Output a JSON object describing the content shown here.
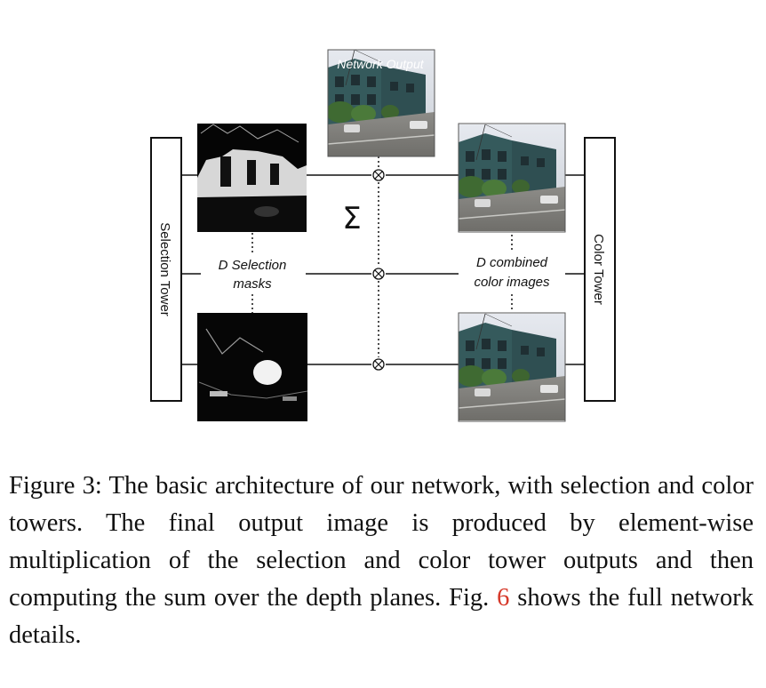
{
  "figure": {
    "network_output_label": "Network Output",
    "selection_tower_label": "Selection Tower",
    "color_tower_label": "Color Tower",
    "selection_masks_label_1": "D Selection",
    "selection_masks_label_2": "masks",
    "combined_images_label_1": "D combined",
    "combined_images_label_2": "color images",
    "sum_symbol": "Σ",
    "multiply_symbol": "⊗"
  },
  "caption": {
    "text_before_ref": "Figure 3: The basic architecture of our network, with selection and color towers. The final output image is produced by element-wise multiplication of the selection and color tower outputs and then computing the sum over the depth planes. Fig. ",
    "ref_number": "6",
    "text_after_ref": " shows the full network details."
  }
}
